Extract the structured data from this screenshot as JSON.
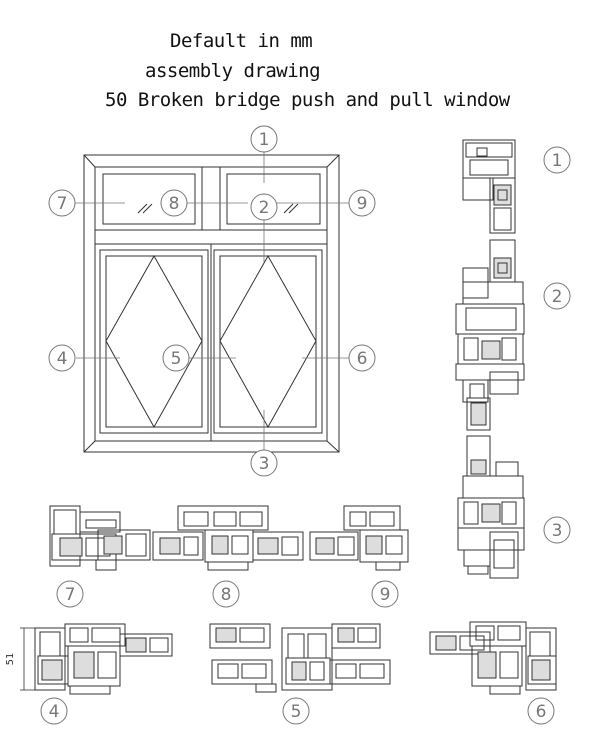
{
  "header": {
    "line1": "Default in mm",
    "line2": "assembly drawing",
    "line3": "50 Broken bridge push and pull window"
  },
  "callouts": {
    "c1": "1",
    "c2": "2",
    "c3": "3",
    "c4": "4",
    "c5": "5",
    "c6": "6",
    "c7": "7",
    "c8": "8",
    "c9": "9"
  },
  "dimensions": {
    "height_label": "51"
  },
  "colors": {
    "line": "#333333",
    "callout": "#777777",
    "profile_fill": "#dddddd"
  }
}
